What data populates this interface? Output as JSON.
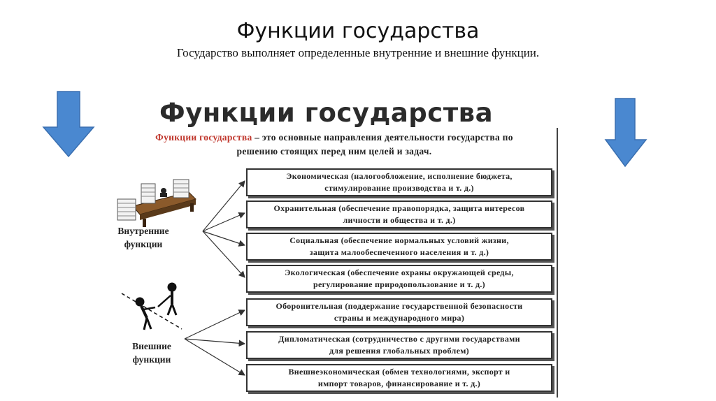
{
  "slide": {
    "title": "Функции государства",
    "subtitle": "Государство выполняет определенные внутренние и внешние функции."
  },
  "figure": {
    "heading": "Функции государства",
    "definition": {
      "term": "Функции государства",
      "rest_line1": " – это основные направления деятельности государства по",
      "line2": "решению стоящих перед ним целей и задач."
    },
    "internal": {
      "label_line1": "Внутренние",
      "label_line2": "функции",
      "items": [
        {
          "line1": "Экономическая (налогообложение, исполнение бюджета,",
          "line2": "стимулирование производства и т. д.)"
        },
        {
          "line1": "Охранительная (обеспечение правопорядка, защита интересов",
          "line2": "личности и общества и т. д.)"
        },
        {
          "line1": "Социальная (обеспечение нормальных условий жизни,",
          "line2": "защита малообеспеченного населения и т. д.)"
        },
        {
          "line1": "Экологическая (обеспечение охраны окружающей среды,",
          "line2": "регулирование природопользование и т. д.)"
        }
      ]
    },
    "external": {
      "label_line1": "Внешние",
      "label_line2": "функции",
      "items": [
        {
          "line1": "Оборонительная (поддержание государственной безопасности",
          "line2": "страны и международного мира)"
        },
        {
          "line1": "Дипломатическая (сотрудничество с другими государствами",
          "line2": "для решения глобальных проблем)"
        },
        {
          "line1": "Внешнеэкономическая (обмен технологиями, экспорт и",
          "line2": "импорт товаров, финансирование и т. д.)"
        }
      ]
    }
  },
  "colors": {
    "arrow_fill": "#4a88d0",
    "arrow_stroke": "#3a6fb0",
    "term": "#c0362c"
  }
}
